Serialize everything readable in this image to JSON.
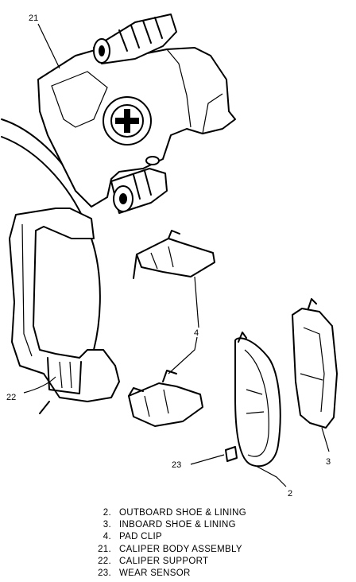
{
  "callouts": [
    {
      "num": "21"
    },
    {
      "num": "4"
    },
    {
      "num": "3"
    },
    {
      "num": "22"
    },
    {
      "num": "23"
    },
    {
      "num": "2"
    }
  ],
  "legend": [
    {
      "num": "2.",
      "label": "OUTBOARD SHOE & LINING"
    },
    {
      "num": "3.",
      "label": "INBOARD SHOE & LINING"
    },
    {
      "num": "4.",
      "label": "PAD CLIP"
    },
    {
      "num": "21.",
      "label": "CALIPER BODY ASSEMBLY"
    },
    {
      "num": "22.",
      "label": "CALIPER SUPPORT"
    },
    {
      "num": "23.",
      "label": "WEAR SENSOR"
    }
  ]
}
